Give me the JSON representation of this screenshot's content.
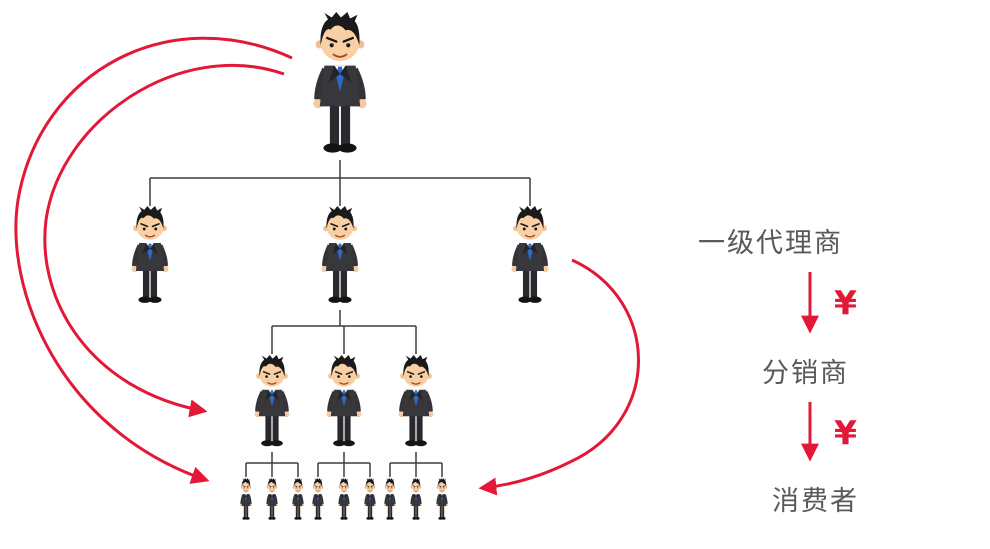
{
  "legend": {
    "items": [
      {
        "label": "一级代理商"
      },
      {
        "label": "分销商"
      },
      {
        "label": "消费者"
      }
    ],
    "currency_symbol": "¥"
  },
  "hierarchy": {
    "levels": [
      {
        "name": "root",
        "count": 1
      },
      {
        "name": "first-level-agents",
        "count": 3
      },
      {
        "name": "distributors",
        "count": 3
      },
      {
        "name": "consumers",
        "count": 9
      }
    ]
  },
  "colors": {
    "arrow_red": "#e21836",
    "label_gray": "#58595b",
    "connector_dark": "#3d3d3f",
    "background": "#ffffff"
  }
}
